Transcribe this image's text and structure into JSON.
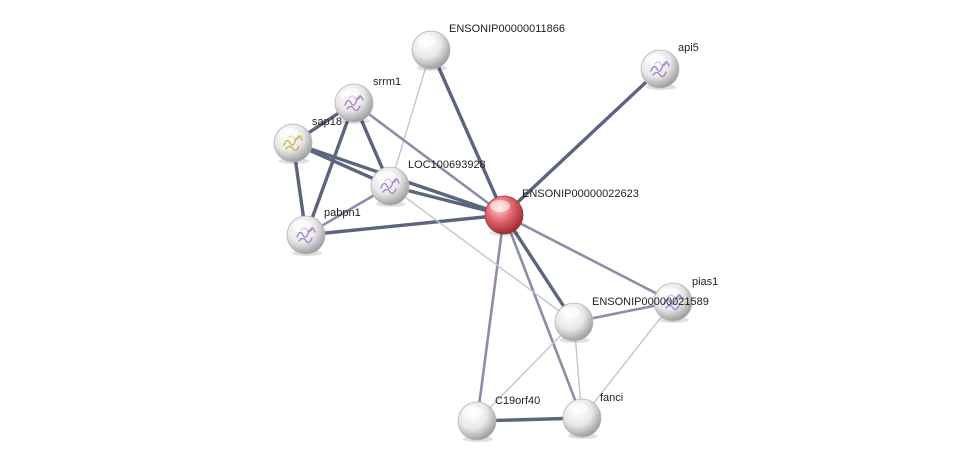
{
  "network": {
    "nodes": [
      {
        "id": "ENSONIP00000011866",
        "label": "ENSONIP00000011866",
        "query": false,
        "glyph": "none"
      },
      {
        "id": "api5",
        "label": "api5",
        "query": false,
        "glyph": "purple"
      },
      {
        "id": "srrm1",
        "label": "srrm1",
        "query": false,
        "glyph": "purple"
      },
      {
        "id": "sap18",
        "label": "sap18",
        "query": false,
        "glyph": "yellow"
      },
      {
        "id": "LOC100693928",
        "label": "LOC100693928",
        "query": false,
        "glyph": "purple"
      },
      {
        "id": "ENSONIP00000022623",
        "label": "ENSONIP00000022623",
        "query": true,
        "glyph": "none"
      },
      {
        "id": "pabpn1",
        "label": "pabpn1",
        "query": false,
        "glyph": "purple"
      },
      {
        "id": "pias1",
        "label": "pias1",
        "query": false,
        "glyph": "purple"
      },
      {
        "id": "ENSONIP00000021589",
        "label": "ENSONIP00000021589",
        "query": false,
        "glyph": "none"
      },
      {
        "id": "C19orf40",
        "label": "C19orf40",
        "query": false,
        "glyph": "none"
      },
      {
        "id": "fanci",
        "label": "fanci",
        "query": false,
        "glyph": "none"
      }
    ],
    "edges": [
      {
        "source": "ENSONIP00000011866",
        "target": "ENSONIP00000022623",
        "strength": "strong"
      },
      {
        "source": "ENSONIP00000011866",
        "target": "LOC100693928",
        "strength": "weak"
      },
      {
        "source": "api5",
        "target": "ENSONIP00000022623",
        "strength": "strong"
      },
      {
        "source": "srrm1",
        "target": "sap18",
        "strength": "strong"
      },
      {
        "source": "srrm1",
        "target": "LOC100693928",
        "strength": "strong"
      },
      {
        "source": "srrm1",
        "target": "pabpn1",
        "strength": "strong"
      },
      {
        "source": "srrm1",
        "target": "ENSONIP00000022623",
        "strength": "medium"
      },
      {
        "source": "sap18",
        "target": "LOC100693928",
        "strength": "strong"
      },
      {
        "source": "sap18",
        "target": "pabpn1",
        "strength": "strong"
      },
      {
        "source": "sap18",
        "target": "ENSONIP00000022623",
        "strength": "strong"
      },
      {
        "source": "LOC100693928",
        "target": "ENSONIP00000022623",
        "strength": "strong"
      },
      {
        "source": "LOC100693928",
        "target": "pabpn1",
        "strength": "medium"
      },
      {
        "source": "pabpn1",
        "target": "ENSONIP00000022623",
        "strength": "strong"
      },
      {
        "source": "ENSONIP00000022623",
        "target": "pias1",
        "strength": "medium"
      },
      {
        "source": "ENSONIP00000022623",
        "target": "ENSONIP00000021589",
        "strength": "strong"
      },
      {
        "source": "ENSONIP00000022623",
        "target": "C19orf40",
        "strength": "medium"
      },
      {
        "source": "ENSONIP00000022623",
        "target": "fanci",
        "strength": "medium"
      },
      {
        "source": "pias1",
        "target": "ENSONIP00000021589",
        "strength": "medium"
      },
      {
        "source": "pias1",
        "target": "fanci",
        "strength": "weak"
      },
      {
        "source": "ENSONIP00000021589",
        "target": "fanci",
        "strength": "weak"
      },
      {
        "source": "ENSONIP00000021589",
        "target": "C19orf40",
        "strength": "weak"
      },
      {
        "source": "C19orf40",
        "target": "fanci",
        "strength": "strong"
      },
      {
        "source": "LOC100693928",
        "target": "ENSONIP00000021589",
        "strength": "weak"
      }
    ],
    "colors": {
      "query_node": "#d9545a",
      "neighbor_node": "#e6e6e6",
      "edge_strong": "#5c6580",
      "edge_medium": "#8a8fa8",
      "edge_weak": "#c4c6cf",
      "glyph_purple": "#9b6fc7",
      "glyph_yellow": "#c9a93a"
    }
  }
}
